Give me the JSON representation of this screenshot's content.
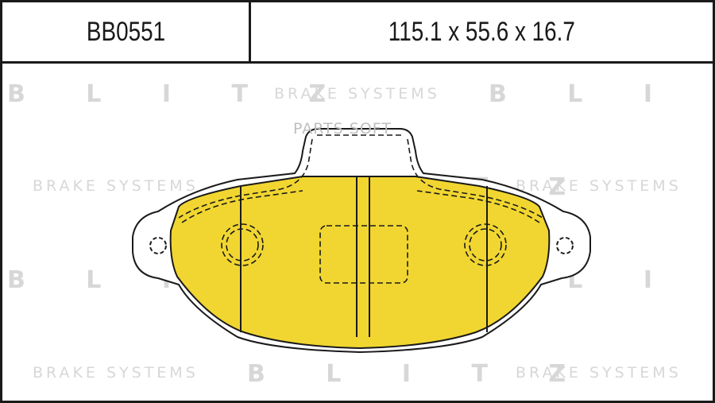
{
  "header": {
    "part_number": "BB0551",
    "dimensions": "115.1 x 55.6 x 16.7"
  },
  "watermarks": {
    "brand": "B L I T Z",
    "tagline": "BRAKE SYSTEMS",
    "source": "PARTS SOFT"
  },
  "colors": {
    "pad_fill": "#f1d631",
    "outline": "#1a1a1a",
    "watermark": "#d7d7d7"
  }
}
